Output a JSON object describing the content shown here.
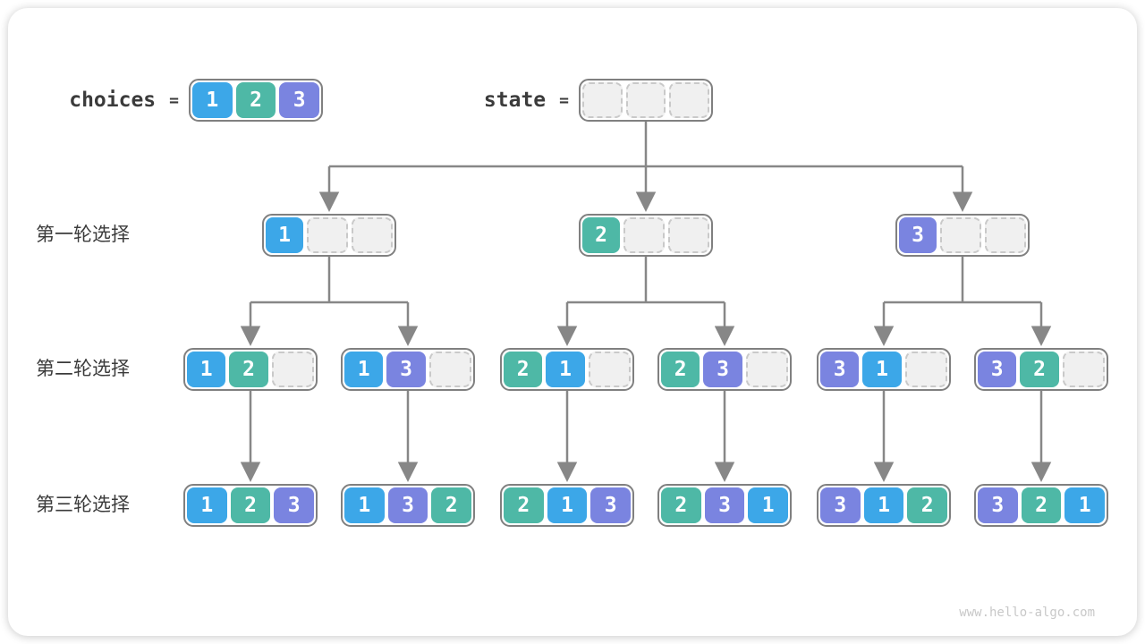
{
  "colors": {
    "v1": "#3ca7e8",
    "v2": "#4eb8a6",
    "v3": "#7a84e0",
    "arrow": "#878787",
    "node_border": "#808080",
    "empty_fill": "#f0f0f0",
    "empty_border": "#c9c9c9",
    "text": "#3b3b3b",
    "watermark": "#c8c8c8"
  },
  "header": {
    "choices_label": "choices",
    "choices_equals": "=",
    "choices": [
      1,
      2,
      3
    ],
    "state_label": "state",
    "state_equals": "=",
    "state": [
      null,
      null,
      null
    ]
  },
  "rows": [
    {
      "label": "第一轮选择",
      "nodes": [
        [
          1,
          null,
          null
        ],
        [
          2,
          null,
          null
        ],
        [
          3,
          null,
          null
        ]
      ]
    },
    {
      "label": "第二轮选择",
      "nodes": [
        [
          1,
          2,
          null
        ],
        [
          1,
          3,
          null
        ],
        [
          2,
          1,
          null
        ],
        [
          2,
          3,
          null
        ],
        [
          3,
          1,
          null
        ],
        [
          3,
          2,
          null
        ]
      ]
    },
    {
      "label": "第三轮选择",
      "nodes": [
        [
          1,
          2,
          3
        ],
        [
          1,
          3,
          2
        ],
        [
          2,
          1,
          3
        ],
        [
          2,
          3,
          1
        ],
        [
          3,
          1,
          2
        ],
        [
          3,
          2,
          1
        ]
      ]
    }
  ],
  "watermark": "www.hello-algo.com"
}
